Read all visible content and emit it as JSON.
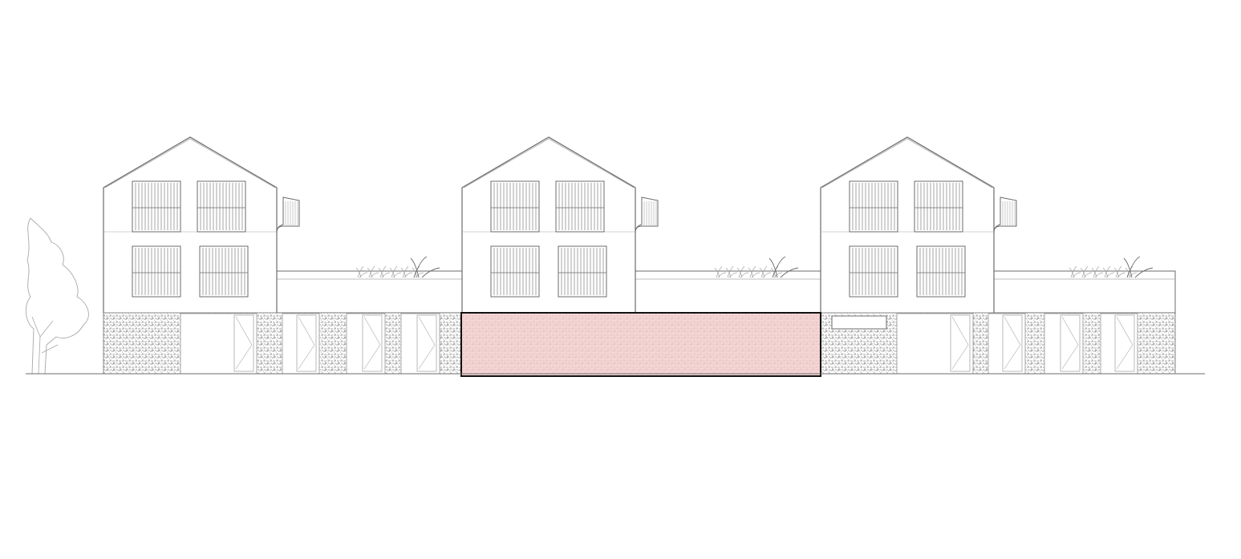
{
  "colors": {
    "background": "#ffffff",
    "line": "#6b6b6b",
    "light_line": "#a8a8a8",
    "highlight_fill": "#f4cccc",
    "highlight_stroke": "#111111"
  },
  "elevation": {
    "houses": [
      {
        "name": "house-left",
        "balcony_side": "right"
      },
      {
        "name": "house-center",
        "balcony_side": "right"
      },
      {
        "name": "house-right",
        "balcony_side": "right"
      }
    ],
    "connectors": [
      {
        "name": "connector-left"
      },
      {
        "name": "connector-right"
      }
    ],
    "highlight": {
      "target": "ground-floor-center"
    },
    "ground_line": true,
    "tree": {
      "side": "left"
    }
  }
}
